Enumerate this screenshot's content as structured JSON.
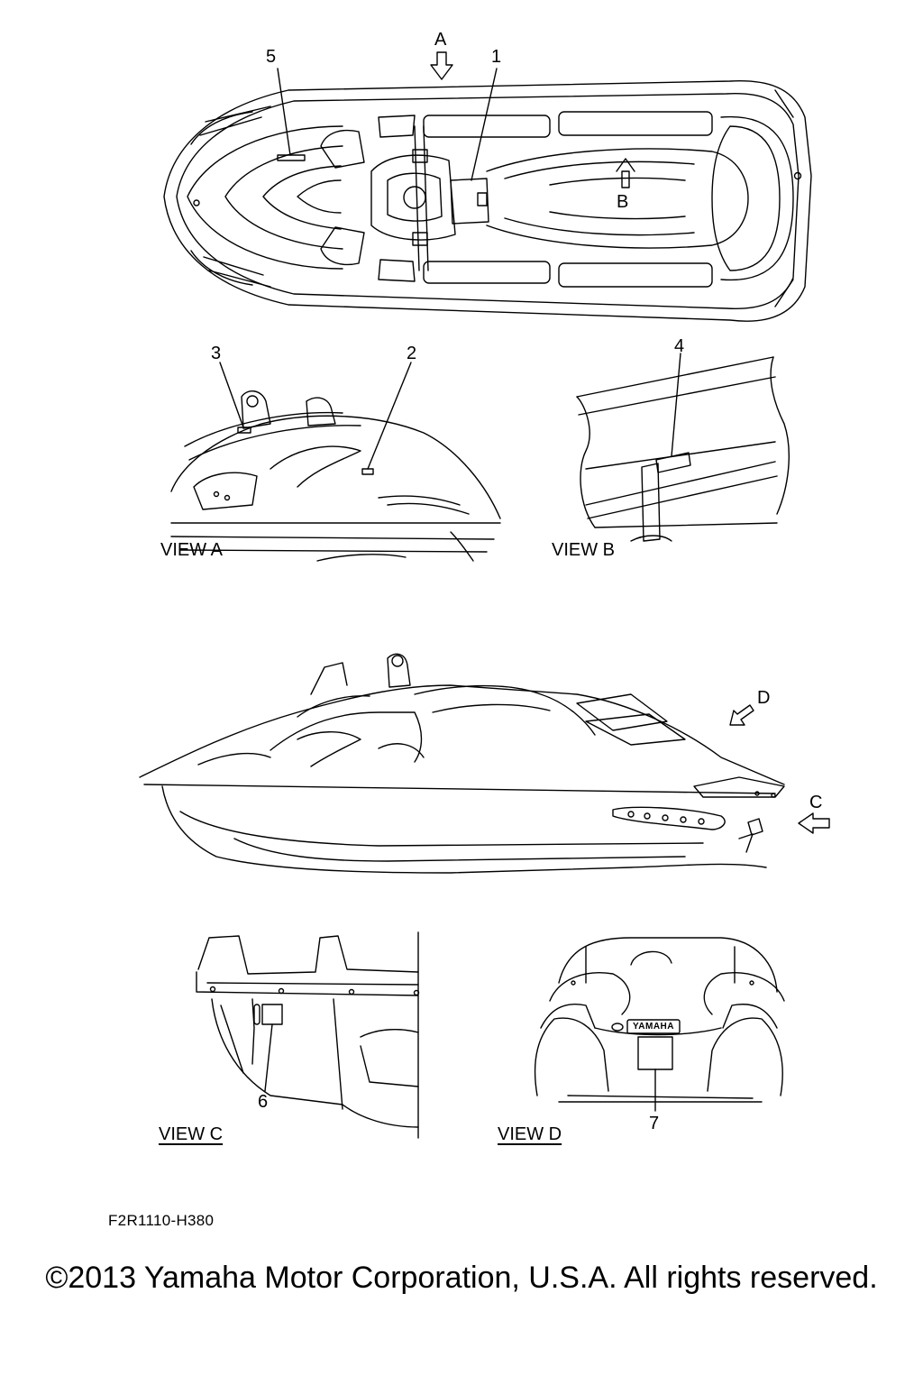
{
  "callouts": {
    "n1": "1",
    "n2": "2",
    "n3": "3",
    "n4": "4",
    "n5": "5",
    "n6": "6",
    "n7": "7"
  },
  "view_markers": {
    "a": "A",
    "b": "B",
    "c": "C",
    "d": "D"
  },
  "view_titles": {
    "view_a": "VIEW A",
    "view_b": "VIEW B",
    "view_c": "VIEW C",
    "view_d": "VIEW D"
  },
  "badge_text": "YAMAHA",
  "diagram_code": "F2R1110-H380",
  "copyright": "©2013 Yamaha Motor Corporation, U.S.A. All rights reserved."
}
